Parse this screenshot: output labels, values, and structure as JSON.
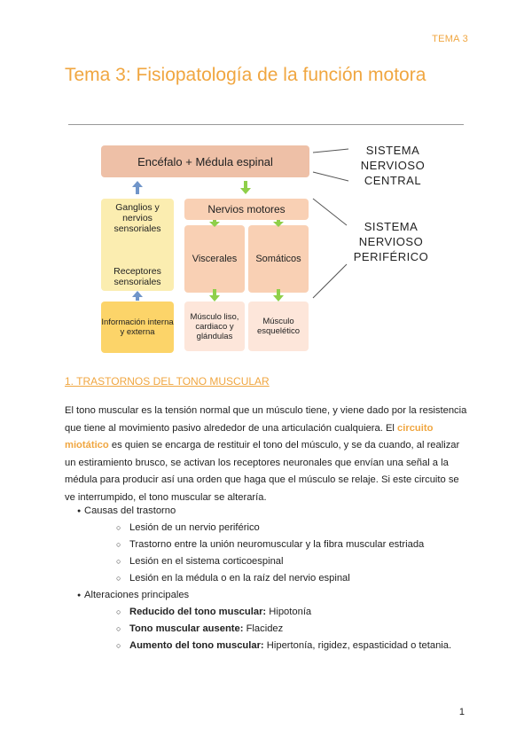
{
  "header": {
    "tag": "TEMA 3"
  },
  "title": "Tema 3: Fisiopatología de la función motora",
  "diagram": {
    "encefalo": "Encéfalo + Médula espinal",
    "nervios_motores": "Nervios motores",
    "viscerales": "Viscerales",
    "somaticos": "Somáticos",
    "musculo_liso": "Músculo liso, cardiaco y glándulas",
    "musculo_esqueletico": "Músculo esquelético",
    "ganglios": "Ganglios y nervios sensoriales",
    "receptores": "Receptores sensoriales",
    "informacion": "Información interna y externa",
    "snc_label": "SISTEMA NERVIOSO CENTRAL",
    "snp_label": "SISTEMA NERVIOSO PERIFÉRICO",
    "colors": {
      "green_arrow": "#8fcf4a",
      "blue_arrow": "#7095c9",
      "accent": "#f0a640"
    }
  },
  "section": {
    "heading": "1. TRASTORNOS DEL TONO MUSCULAR"
  },
  "paragraph": {
    "part1": "El tono muscular es la tensión normal que un músculo tiene, y viene dado por la resistencia que tiene al movimiento pasivo alrededor de una articulación cualquiera. El ",
    "highlight": "circuito miotático",
    "part2": " es quien se encarga de restituir el tono del músculo, y se da cuando, al realizar un estiramiento brusco, se activan los receptores neuronales que envían una señal a la médula para producir así una orden que haga que el músculo se relaje. Si este circuito se ve interrumpido, el tono muscular se alteraría."
  },
  "causas": {
    "label": "Causas del trastorno",
    "items": [
      "Lesión de un nervio periférico",
      "Trastorno entre la unión neuromuscular y la fibra muscular estriada",
      "Lesión en el sistema corticoespinal",
      "Lesión en la médula o en la raíz del nervio espinal"
    ]
  },
  "alteraciones": {
    "label": "Alteraciones principales",
    "items": [
      {
        "bold": "Reducido del tono muscular:",
        "text": " Hipotonía"
      },
      {
        "bold": "Tono muscular ausente:",
        "text": " Flacidez"
      },
      {
        "bold": "Aumento del tono muscular:",
        "text": " Hipertonía, rigidez, espasticidad o tetania."
      }
    ]
  },
  "page_number": "1"
}
